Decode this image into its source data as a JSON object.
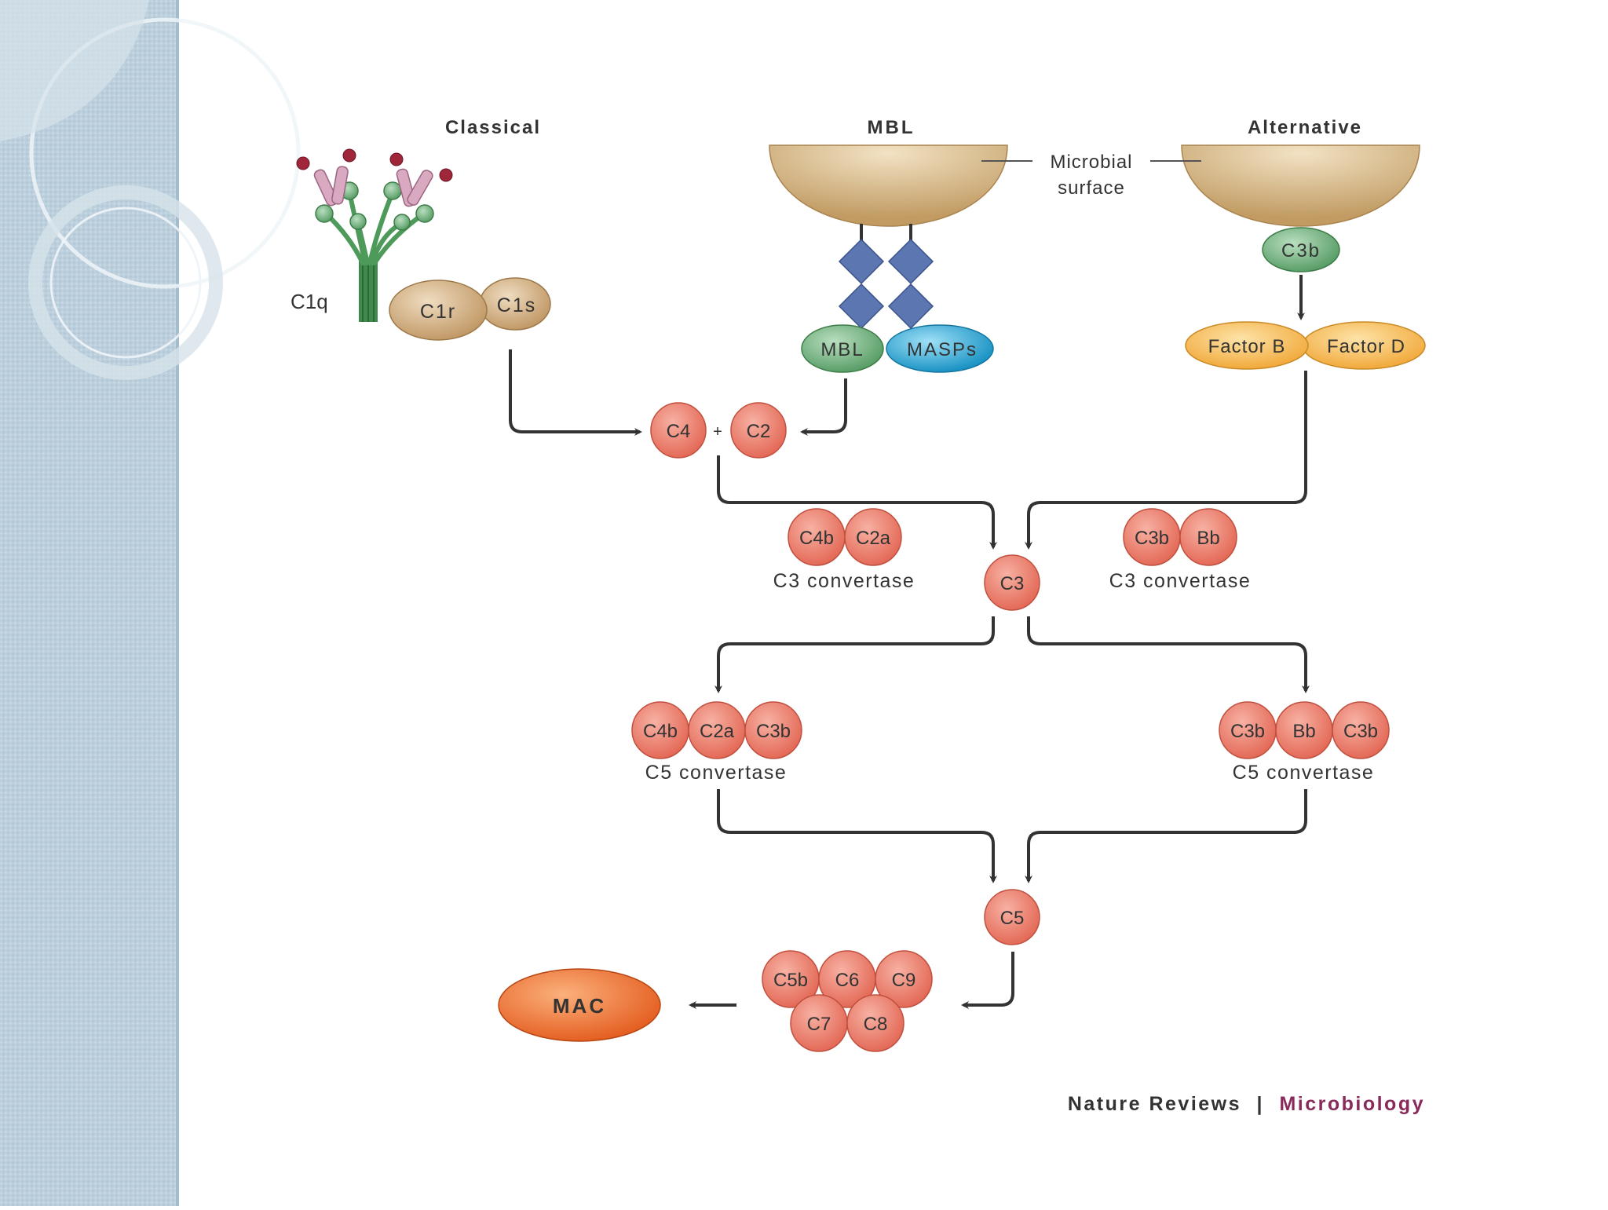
{
  "colors": {
    "sidebar": "#b9cfdd",
    "surface": "#c9a877",
    "complement": "#e9796a",
    "complement_stroke": "#c0503f",
    "green": "#6cae7a",
    "blue": "#2aa8d6",
    "factor": "#f6bb55",
    "c1": "#cdab80",
    "mac": "#ec6a2c",
    "arrow": "#333333",
    "brand": "#333333",
    "brand_accent": "#8a2a5a"
  },
  "pathways": {
    "classical": "Classical",
    "mbl": "MBL",
    "alternative": "Alternative"
  },
  "microbial_surface": {
    "line1": "Microbial",
    "line2": "surface"
  },
  "classical": {
    "c1q": "C1q",
    "c1r": "C1r",
    "c1s": "C1s"
  },
  "lectin": {
    "mbl": "MBL",
    "masps": "MASPs"
  },
  "alternative": {
    "c3b": "C3b",
    "factor_b": "Factor B",
    "factor_d": "Factor D"
  },
  "early": {
    "c4": "C4",
    "plus": "+",
    "c2": "C2"
  },
  "c3_convertase_classical": {
    "parts": [
      "C4b",
      "C2a"
    ],
    "label": "C3 convertase"
  },
  "c3_convertase_alternative": {
    "parts": [
      "C3b",
      "Bb"
    ],
    "label": "C3 convertase"
  },
  "c3": "C3",
  "c5_convertase_classical": {
    "parts": [
      "C4b",
      "C2a",
      "C3b"
    ],
    "label": "C5 convertase"
  },
  "c5_convertase_alternative": {
    "parts": [
      "C3b",
      "Bb",
      "C3b"
    ],
    "label": "C5 convertase"
  },
  "c5": "C5",
  "terminal": {
    "top": [
      "C5b",
      "C6",
      "C9"
    ],
    "bottom": [
      "C7",
      "C8"
    ]
  },
  "mac": "MAC",
  "credit": {
    "journal": "Nature Reviews",
    "separator": "|",
    "section": "Microbiology"
  }
}
